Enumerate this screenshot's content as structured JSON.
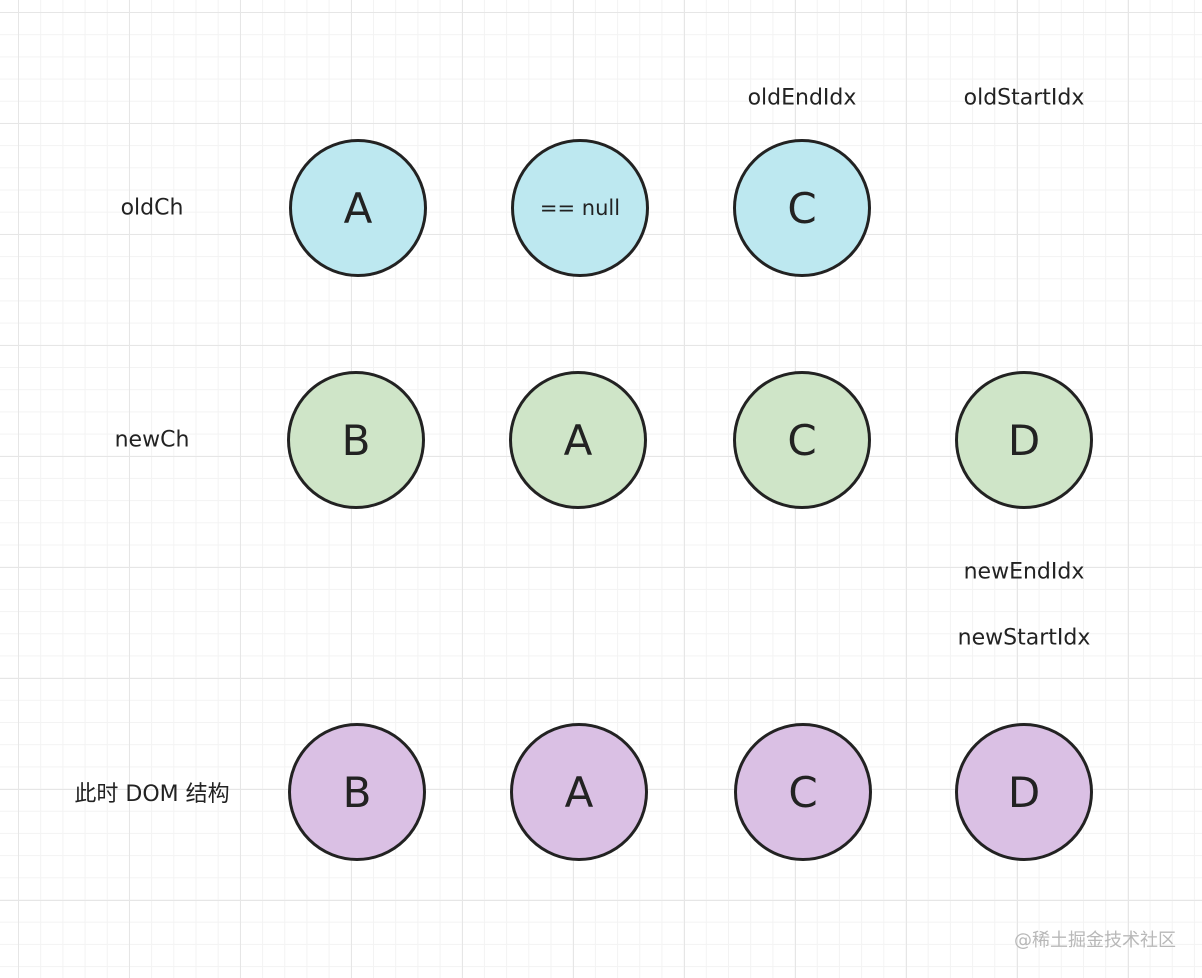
{
  "colors": {
    "old": "#bde8f0",
    "new": "#cfe5c8",
    "dom": "#dac0e4",
    "stroke": "#222222"
  },
  "rows": {
    "old": {
      "label": "oldCh",
      "nodes": [
        "A",
        "== null",
        "C"
      ]
    },
    "new": {
      "label": "newCh",
      "nodes": [
        "B",
        "A",
        "C",
        "D"
      ]
    },
    "dom": {
      "label": "此时 DOM 结构",
      "nodes": [
        "B",
        "A",
        "C",
        "D"
      ]
    }
  },
  "pointers": {
    "old_end": "oldEndIdx",
    "old_start": "oldStartIdx",
    "new_end": "newEndIdx",
    "new_start": "newStartIdx"
  },
  "watermark": "@稀土掘金技术社区"
}
